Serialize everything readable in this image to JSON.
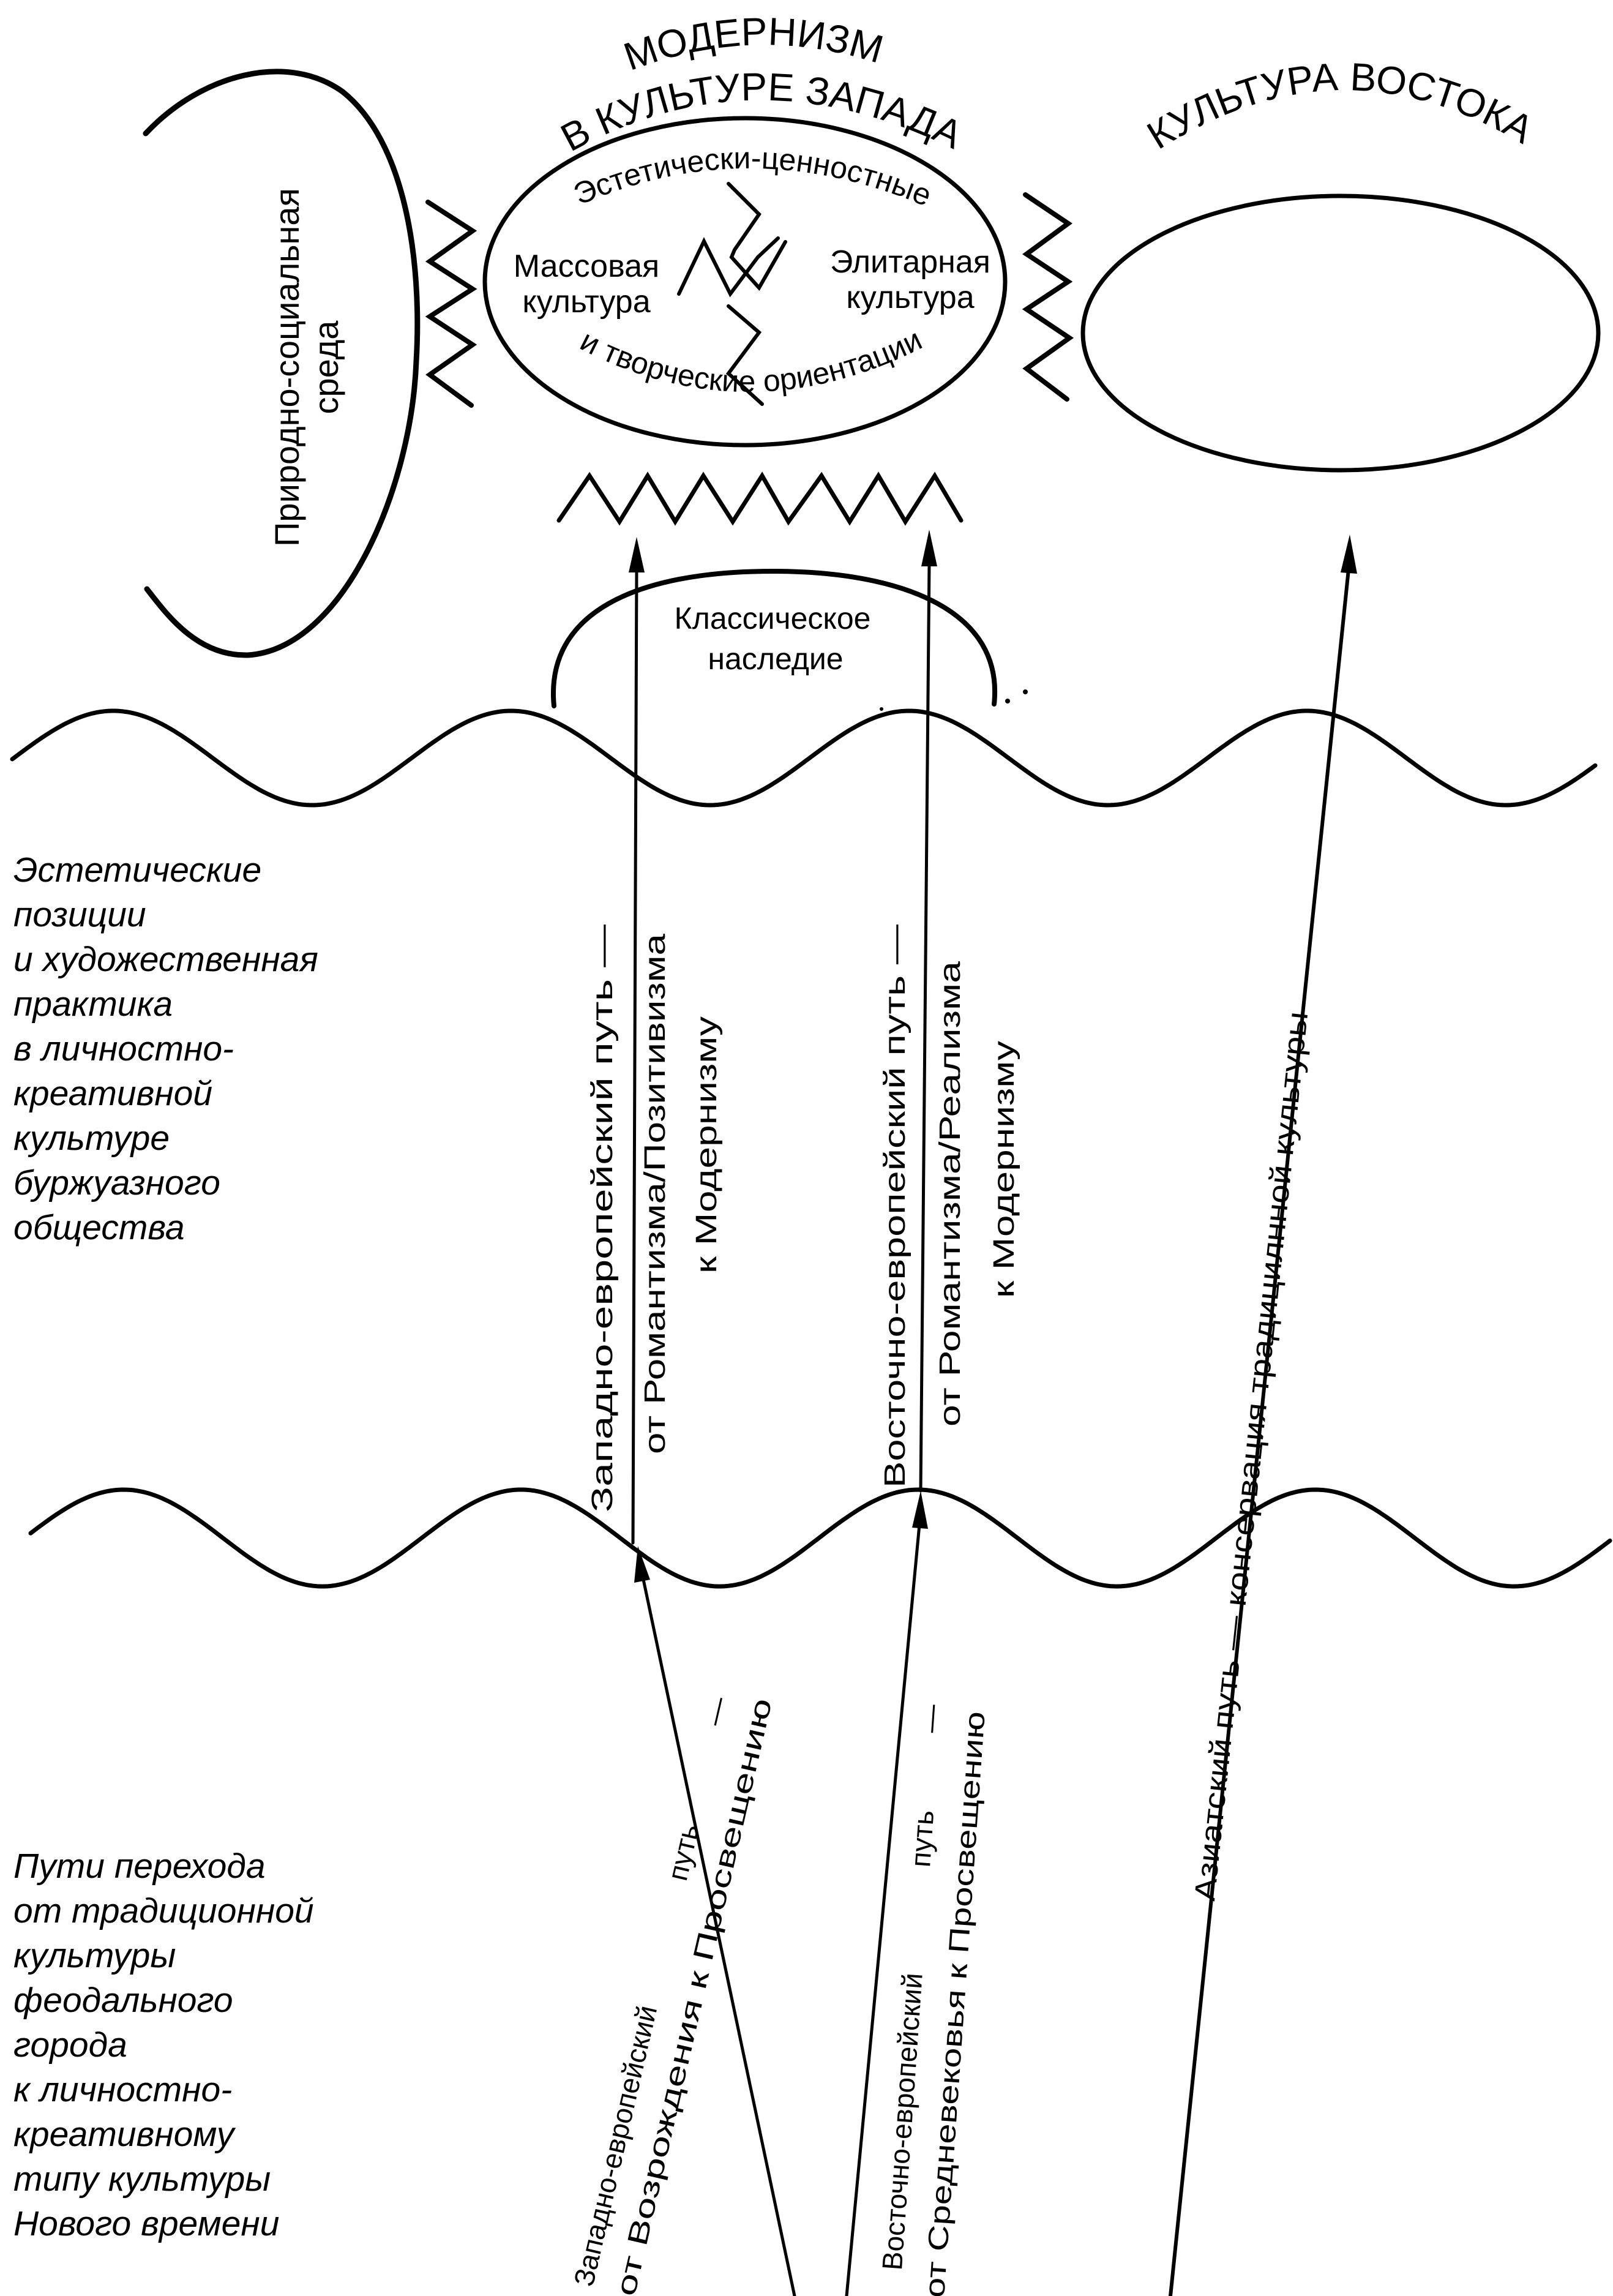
{
  "diagram": {
    "top_labels": {
      "modernism_line1": "МОДЕРНИЗМ",
      "modernism_line2": "В КУЛЬТУРЕ ЗАПАДА",
      "east_culture": "КУЛЬТУРА ВОСТОКА"
    },
    "natural_social_environment": {
      "line1": "Природно-социальная",
      "line2": "среда"
    },
    "west_ellipse": {
      "arc_top": "Эстетически-ценностные",
      "arc_bottom": "и творческие ориентации",
      "mass_culture": [
        "Массовая",
        "культура"
      ],
      "elite_culture": [
        "Элитарная",
        "культура"
      ]
    },
    "classical_heritage": [
      "Классическое",
      "наследие"
    ],
    "paths_upper": {
      "west": [
        "Западно-европейский путь —",
        "от Романтизма/Позитивизма",
        "к Модернизму"
      ],
      "east": [
        "Восточно-европейский путь —",
        "от Романтизма/Реализма",
        "к Модернизму"
      ],
      "asian": "Азиатский путь — консервация традицилнной культуры"
    },
    "paths_lower": {
      "west": [
        "Западно-европейский",
        "путь",
        "—",
        "от Возрождения к Просвещению"
      ],
      "east": [
        "Восточно-европейский",
        "путь",
        "—",
        "от Средневековья к Просвещению"
      ]
    },
    "left_captions": {
      "aesthetic_positions": [
        "Эстетические",
        "позиции",
        "и художественная",
        "практика",
        "в личностно-",
        "креативной",
        "культуре",
        "буржуазного",
        "общества"
      ],
      "transition_paths": [
        "Пути перехода",
        "от традиционной",
        "культуры",
        "феодального",
        "города",
        "к личностно-",
        "креативному",
        "типу культуры",
        "Нового времени"
      ]
    },
    "colors": {
      "ink": "#000000",
      "paper": "#ffffff"
    }
  }
}
